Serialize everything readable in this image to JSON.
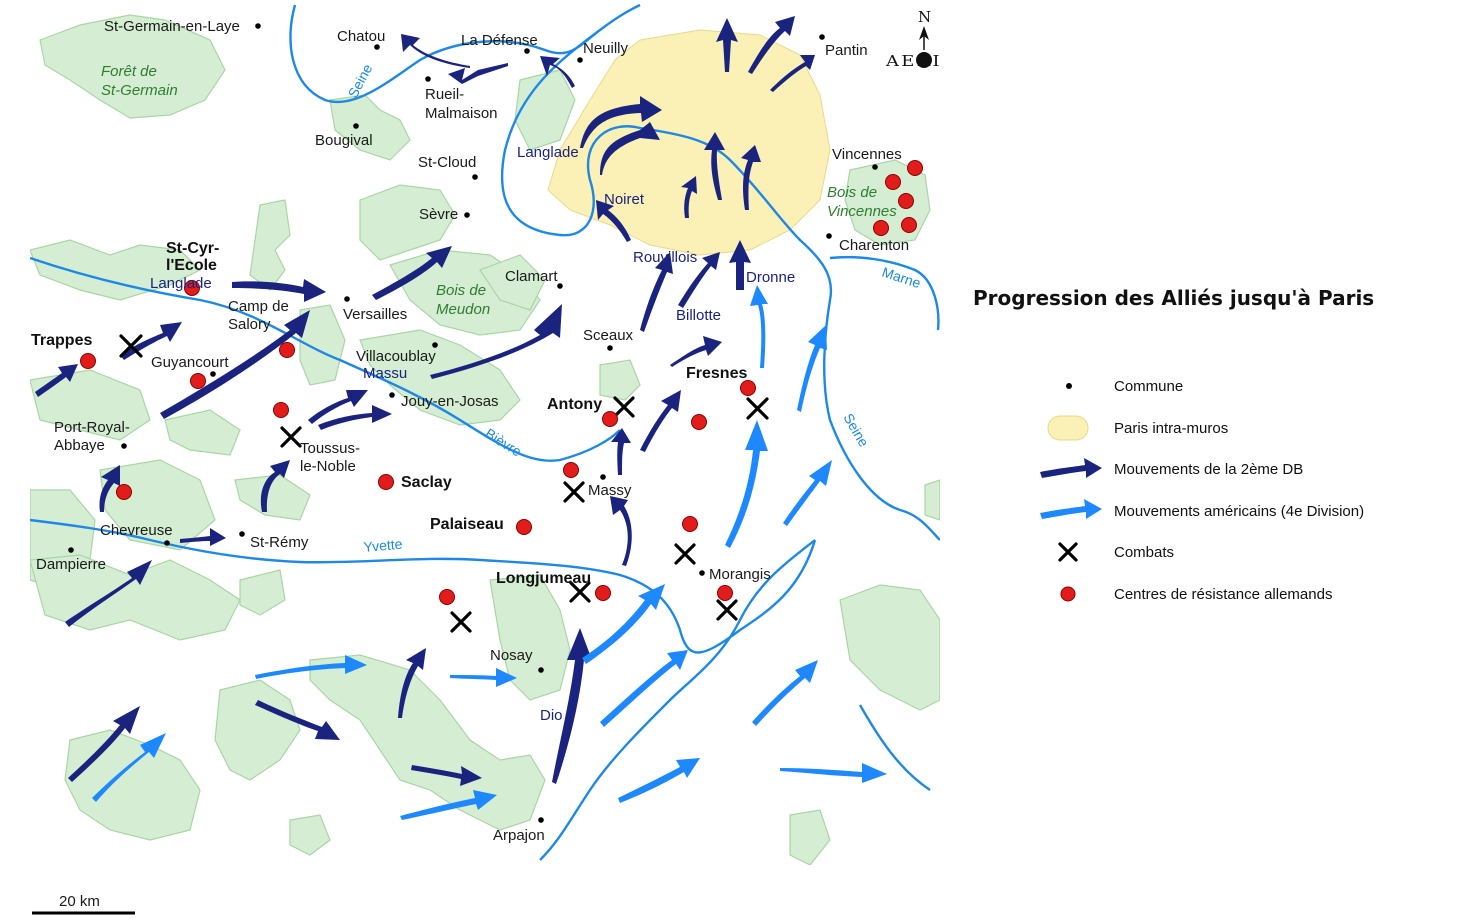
{
  "title": "Progression des Alliés jusqu'à Paris",
  "logo": {
    "north": "N",
    "text": "AERI"
  },
  "scale_label": "20 km",
  "colors": {
    "forest": "#d5edd2",
    "forest_stroke": "#a9d6a4",
    "paris": "#fbf0b5",
    "river": "#1e88e5",
    "french_arrow": "#1a237e",
    "american_arrow": "#1e88ff",
    "resistance": "#e21b1b"
  },
  "places": {
    "st_germain": "St-Germain-en-Laye",
    "chatou": "Chatou",
    "la_defense": "La Défense",
    "neuilly": "Neuilly",
    "pantin": "Pantin",
    "rueil": "Rueil-",
    "rueil2": "Malmaison",
    "bougival": "Bougival",
    "st_cloud": "St-Cloud",
    "sevre": "Sèvre",
    "vincennes": "Vincennes",
    "charenton": "Charenton",
    "st_cyr": "St-Cyr-",
    "st_cyr2": "l'Ecole",
    "camp_de": "Camp de",
    "salory": "Salory",
    "versailles": "Versailles",
    "clamart": "Clamart",
    "trappes": "Trappes",
    "guyancourt": "Guyancourt",
    "villacoublay": "Villacoublay",
    "sceaux": "Sceaux",
    "fresnes": "Fresnes",
    "antony": "Antony",
    "jouy": "Jouy-en-Josas",
    "port_royal": "Port-Royal-",
    "abbaye": "Abbaye",
    "toussus": "Toussus-",
    "le_noble": "le-Noble",
    "saclay": "Saclay",
    "massy": "Massy",
    "chevreuse": "Chevreuse",
    "st_remy": "St-Rémy",
    "palaiseau": "Palaiseau",
    "dampierre": "Dampierre",
    "longjumeau": "Longjumeau",
    "morangis": "Morangis",
    "nosay": "Nosay",
    "arpajon": "Arpajon"
  },
  "forests": {
    "st_germain": "Forêt de",
    "st_germain2": "St-Germain",
    "meudon": "Bois de",
    "meudon2": "Meudon",
    "vincennes": "Bois de",
    "vincennes2": "Vincennes"
  },
  "rivers": {
    "seine_nw": "Seine",
    "seine_se": "Seine",
    "marne": "Marne",
    "bievre": "Bièvre",
    "yvette": "Yvette"
  },
  "commanders": {
    "langlade_paris": "Langlade",
    "noiret": "Noiret",
    "rouvillois": "Rouvillois",
    "dronne": "Dronne",
    "billotte": "Billotte",
    "langlade_west": "Langlade",
    "massu": "Massu",
    "dio": "Dio"
  },
  "legend": [
    {
      "symbol": "commune",
      "label": "Commune"
    },
    {
      "symbol": "paris",
      "label": "Paris intra-muros"
    },
    {
      "symbol": "french-arrow",
      "label": "Mouvements de la 2ème DB"
    },
    {
      "symbol": "american-arrow",
      "label": "Mouvements américains (4e Division)"
    },
    {
      "symbol": "combat",
      "label": "Combats"
    },
    {
      "symbol": "resistance",
      "label": "Centres de résistance allemands"
    }
  ]
}
